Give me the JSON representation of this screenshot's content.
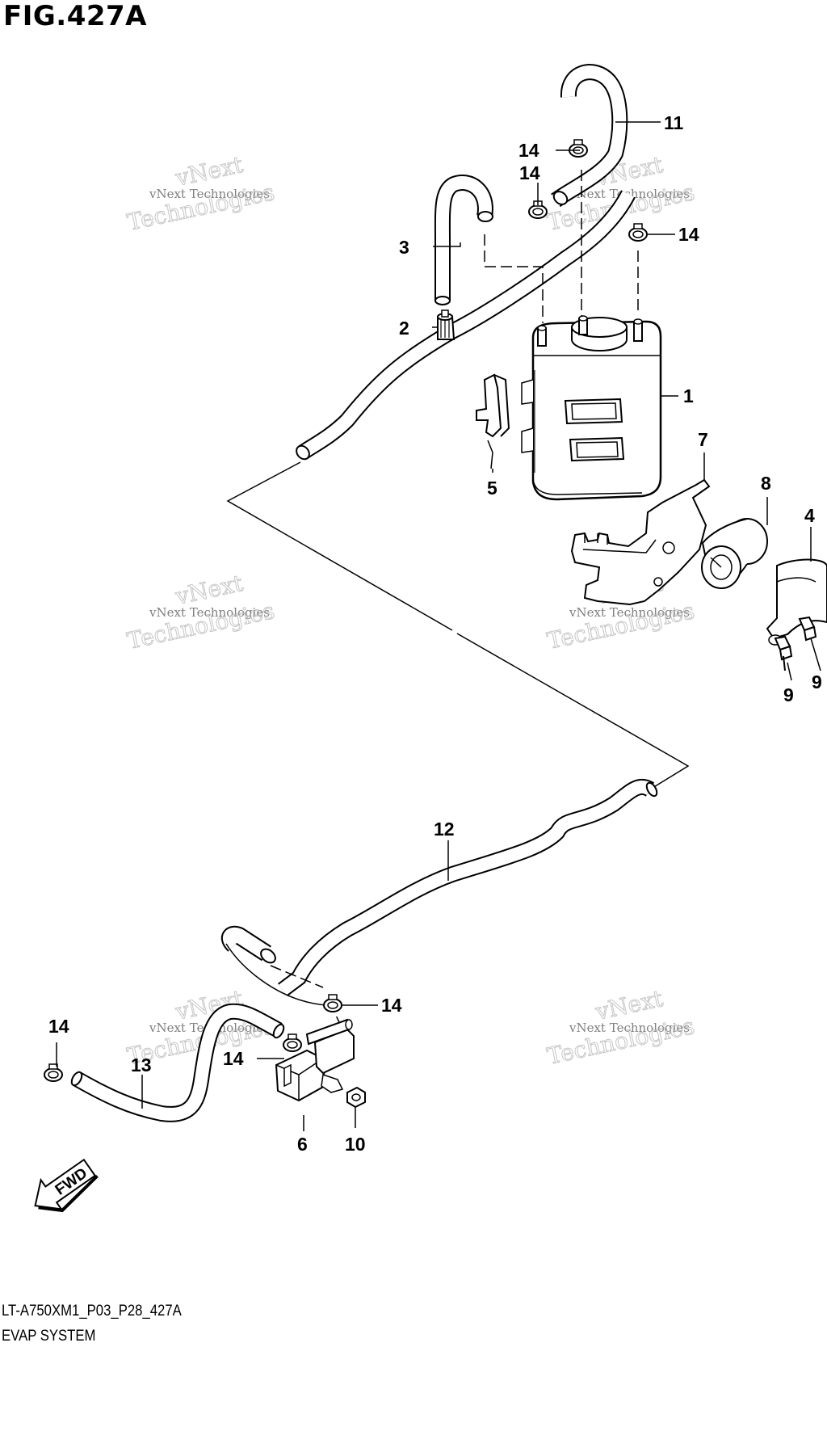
{
  "figure": {
    "title": "FIG.427A",
    "drawing_code": "LT-A750XM1_P03_P28_427A",
    "system_name": "EVAP SYSTEM"
  },
  "watermark": {
    "line1": "vNext Technologies",
    "line2": "vNext",
    "line3": "Technologies"
  },
  "direction_arrow": "FWD",
  "callouts": {
    "c1": "1",
    "c2": "2",
    "c3": "3",
    "c4": "4",
    "c5": "5",
    "c6": "6",
    "c7": "7",
    "c8": "8",
    "c9a": "9",
    "c9b": "9",
    "c10": "10",
    "c11": "11",
    "c12": "12",
    "c13": "13",
    "c14a": "14",
    "c14b": "14",
    "c14c": "14",
    "c14d": "14",
    "c14e": "14",
    "c14f": "14"
  },
  "parts": [
    {
      "ref": "1",
      "name": "canister"
    },
    {
      "ref": "2",
      "name": "filter"
    },
    {
      "ref": "3",
      "name": "hose"
    },
    {
      "ref": "4",
      "name": "bracket"
    },
    {
      "ref": "5",
      "name": "holder"
    },
    {
      "ref": "6",
      "name": "solenoid valve"
    },
    {
      "ref": "7",
      "name": "bracket plate"
    },
    {
      "ref": "8",
      "name": "cushion"
    },
    {
      "ref": "9",
      "name": "bolt"
    },
    {
      "ref": "10",
      "name": "nut"
    },
    {
      "ref": "11",
      "name": "hose"
    },
    {
      "ref": "12",
      "name": "hose"
    },
    {
      "ref": "13",
      "name": "hose"
    },
    {
      "ref": "14",
      "name": "clamp"
    }
  ]
}
